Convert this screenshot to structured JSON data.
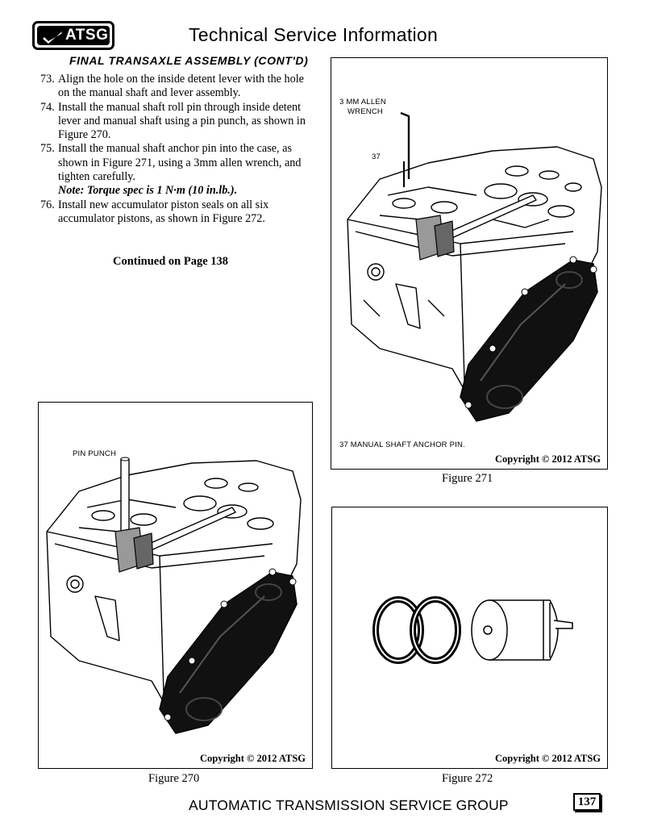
{
  "header": {
    "logo_text": "ATSG",
    "title": "Technical Service Information"
  },
  "section_heading": "FINAL TRANSAXLE ASSEMBLY (CONT'D)",
  "steps": [
    {
      "num": "73.",
      "text": "Align the hole on the inside detent lever with the hole on the manual shaft and lever assembly."
    },
    {
      "num": "74.",
      "text": "Install the manual shaft roll pin through inside detent lever and manual shaft using a pin punch, as shown in Figure 270."
    },
    {
      "num": "75.",
      "text": "Install the manual shaft anchor pin into the case, as shown in Figure 271, using a 3mm allen wrench, and tighten carefully."
    },
    {
      "num": "76.",
      "text": "Install new accumulator piston seals on all six accumulator pistons, as shown in Figure 272."
    }
  ],
  "note": "Note: Torque spec is 1 N·m  (10 in.lb.).",
  "continued": "Continued on Page 138",
  "figures": {
    "fig271": {
      "caption": "Figure 271",
      "copyright": "Copyright © 2012 ATSG",
      "callout_wrench_line1": "3 MM ALLEN",
      "callout_wrench_line2": "WRENCH",
      "callout_37": "37",
      "legend": "37  MANUAL SHAFT ANCHOR PIN."
    },
    "fig270": {
      "caption": "Figure 270",
      "copyright": "Copyright © 2012 ATSG",
      "callout_punch": "PIN PUNCH"
    },
    "fig272": {
      "caption": "Figure 272",
      "copyright": "Copyright © 2012 ATSG"
    }
  },
  "footer": "AUTOMATIC TRANSMISSION SERVICE GROUP",
  "page_number": "137",
  "icons": [
    "atsg-logo-icon",
    "transaxle-case-illustration",
    "piston-seal-illustration"
  ]
}
